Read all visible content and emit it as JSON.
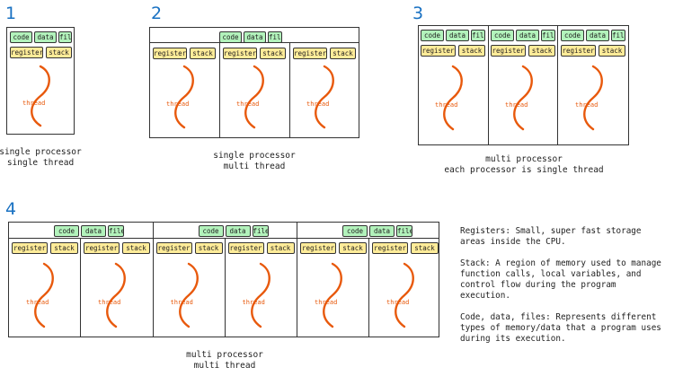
{
  "labels": {
    "code": "code",
    "data": "data",
    "files": "files",
    "register": "register",
    "stack": "stack",
    "thread": "thread"
  },
  "diagrams": [
    {
      "number": "1",
      "caption_line1": "single processor",
      "caption_line2": "single thread"
    },
    {
      "number": "2",
      "caption_line1": "single processor",
      "caption_line2": "multi thread"
    },
    {
      "number": "3",
      "caption_line1": "multi processor",
      "caption_line2": "each processor is single thread"
    },
    {
      "number": "4",
      "caption_line1": "multi processor",
      "caption_line2": "multi thread"
    }
  ],
  "legend": {
    "registers": "Registers: Small, super fast storage areas inside the CPU.",
    "stack": "Stack: A region of memory used to manage function calls, local variables, and control flow during the program execution.",
    "code_data_files": "Code, data, files: Represents different types of memory/data that a program uses during its execution."
  },
  "colors": {
    "number": "#1971c2",
    "thread": "#e8590c",
    "code_data_files_fill": "#b2f2bb",
    "register_stack_fill": "#ffec99"
  }
}
